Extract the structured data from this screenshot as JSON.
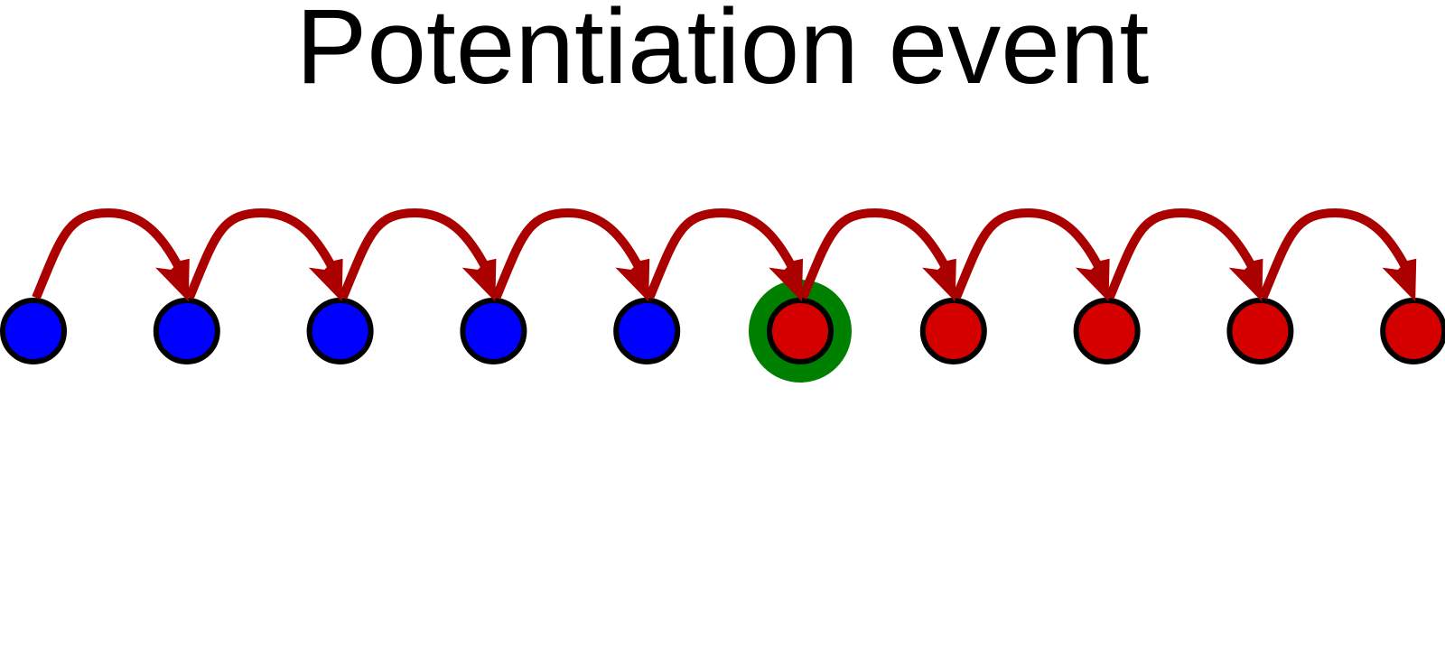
{
  "title": "Potentiation event",
  "colors": {
    "before_node": "#0000ff",
    "after_node": "#d40000",
    "node_outline": "#000000",
    "arrow": "#aa0000",
    "highlight_ring": "#008000",
    "title_text": "#000000"
  },
  "nodes": [
    {
      "state": "before"
    },
    {
      "state": "before"
    },
    {
      "state": "before"
    },
    {
      "state": "before"
    },
    {
      "state": "before"
    },
    {
      "state": "after",
      "highlighted": true
    },
    {
      "state": "after"
    },
    {
      "state": "after"
    },
    {
      "state": "after"
    },
    {
      "state": "after"
    }
  ],
  "arrows": [
    {
      "from": 0,
      "to": 1
    },
    {
      "from": 1,
      "to": 2
    },
    {
      "from": 2,
      "to": 3
    },
    {
      "from": 3,
      "to": 4
    },
    {
      "from": 4,
      "to": 5
    },
    {
      "from": 5,
      "to": 6
    },
    {
      "from": 6,
      "to": 7
    },
    {
      "from": 7,
      "to": 8
    },
    {
      "from": 8,
      "to": 9
    }
  ]
}
